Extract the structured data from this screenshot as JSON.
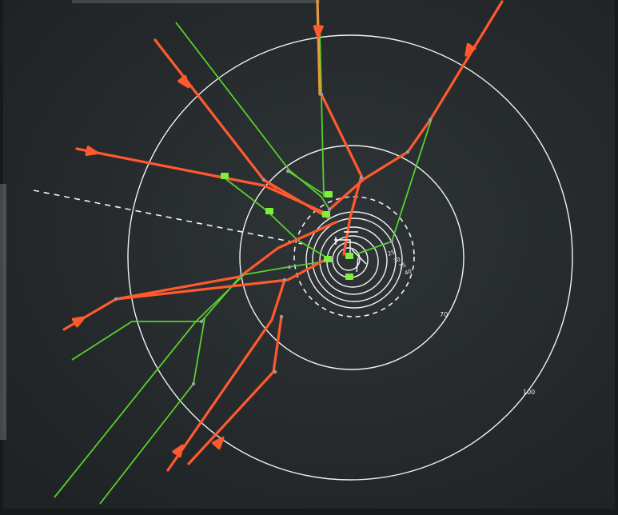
{
  "display": {
    "background": "#25292b",
    "bezel": "#161a1b",
    "ring_color": "#f1f1f1",
    "inbound_color": "#ff5a2e",
    "inbound_amber_color": "#e89a3a",
    "route_color": "#56d12e",
    "tag_color": "#7cf03c",
    "centre_color": "#ffffff"
  },
  "rings": [
    {
      "label": "25"
    },
    {
      "label": "30"
    },
    {
      "label": "35"
    },
    {
      "label": "40"
    },
    {
      "label": "70"
    },
    {
      "label": "100"
    }
  ],
  "icons": {
    "inbound_arrow": "arrowhead-icon",
    "waypoint": "waypoint-dot-icon",
    "aircraft_tag": "aircraft-tag-icon"
  }
}
